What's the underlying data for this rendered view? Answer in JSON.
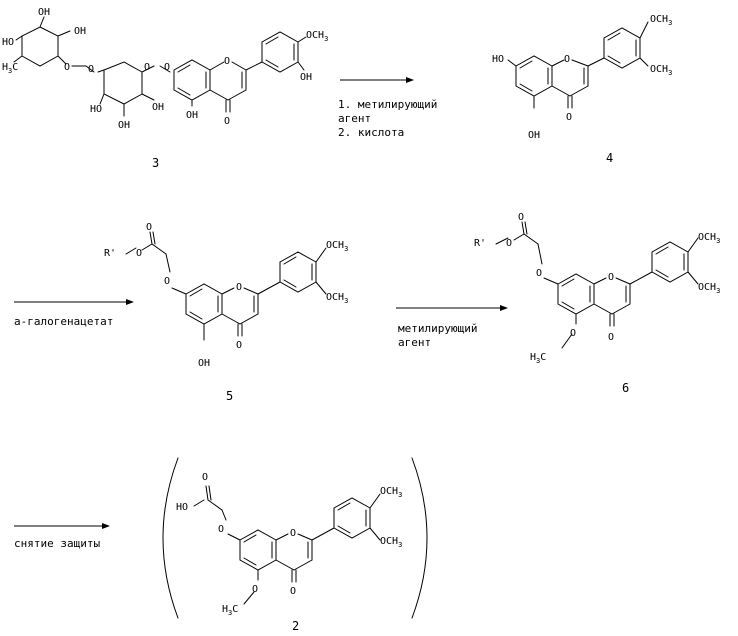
{
  "compounds": {
    "c3": {
      "number": "3"
    },
    "c4": {
      "number": "4"
    },
    "c5": {
      "number": "5"
    },
    "c6": {
      "number": "6"
    },
    "c2": {
      "number": "2"
    }
  },
  "reagents": {
    "step1_line1": "1. метилирующий",
    "step1_line2": "агент",
    "step1_line3": "2. кислота",
    "step2": "a-галогенацетат",
    "step3_line1": "метилирующий",
    "step3_line2": "агент",
    "step4": "снятие защиты"
  },
  "atoms": {
    "OH": "OH",
    "HO": "HO",
    "O": "O",
    "OCH": "OCH",
    "three": "3",
    "H3C_H": "H",
    "H3C_C": "C",
    "R_prime": "R'"
  }
}
